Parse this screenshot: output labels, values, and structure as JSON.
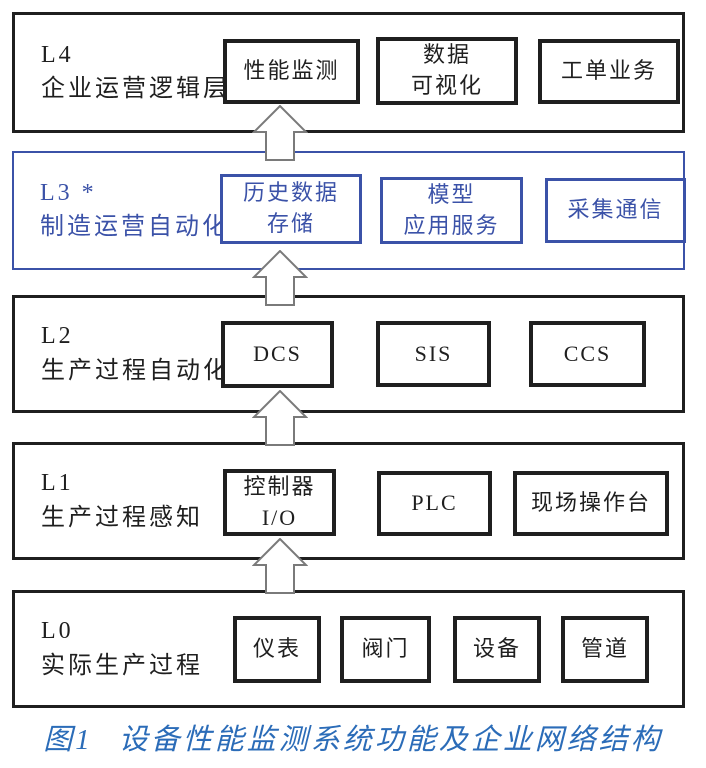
{
  "colors": {
    "background": "#ffffff",
    "layer_border": "#1f1f1f",
    "box_border": "#1f1f1f",
    "l3_accent": "#3b52a8",
    "caption": "#2b6cb8",
    "arrow_outline": "#7a7a7a",
    "arrow_fill": "#ffffff"
  },
  "layers": [
    {
      "code": "L4",
      "name": "企业运营逻辑层",
      "boxes": [
        {
          "label": "性能监测"
        },
        {
          "label": [
            "数据",
            "可视化"
          ]
        },
        {
          "label": "工单业务"
        }
      ]
    },
    {
      "code": "L3 *",
      "name": "制造运营自动化",
      "boxes": [
        {
          "label": [
            "历史数据",
            "存储"
          ]
        },
        {
          "label": [
            "模型",
            "应用服务"
          ]
        },
        {
          "label": "采集通信"
        }
      ]
    },
    {
      "code": "L2",
      "name": "生产过程自动化",
      "boxes": [
        {
          "label": "DCS"
        },
        {
          "label": "SIS"
        },
        {
          "label": "CCS"
        }
      ]
    },
    {
      "code": "L1",
      "name": "生产过程感知",
      "boxes": [
        {
          "label": [
            "控制器",
            "I/O"
          ]
        },
        {
          "label": "PLC"
        },
        {
          "label": "现场操作台"
        }
      ]
    },
    {
      "code": "L0",
      "name": "实际生产过程",
      "boxes": [
        {
          "label": "仪表"
        },
        {
          "label": "阀门"
        },
        {
          "label": "设备"
        },
        {
          "label": "管道"
        }
      ]
    }
  ],
  "arrows": [
    {
      "direction": "up",
      "between": "L3-L4"
    },
    {
      "direction": "up",
      "between": "L2-L3"
    },
    {
      "direction": "up",
      "between": "L1-L2"
    },
    {
      "direction": "up",
      "between": "L0-L1"
    }
  ],
  "caption": {
    "prefix": "图1",
    "text": "设备性能监测系统功能及企业网络结构"
  }
}
